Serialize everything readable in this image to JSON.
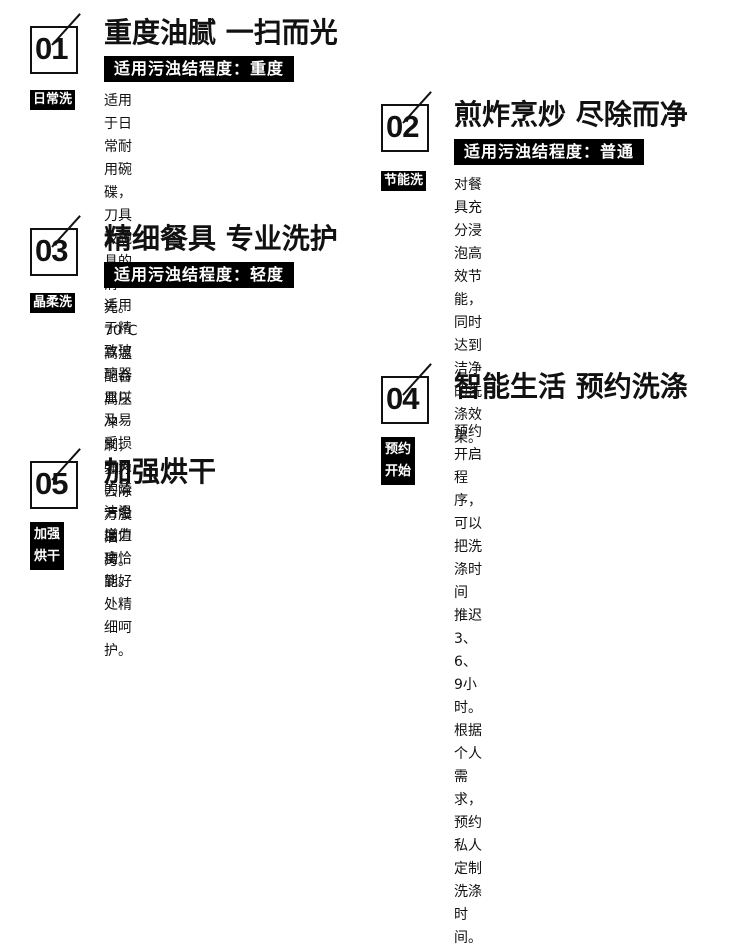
{
  "features": [
    {
      "number": "01",
      "title": "重度油腻 一扫而光",
      "level": "适用污浊结程度：重度",
      "badge": [
        "日常洗"
      ],
      "description": "适用于日常耐用碗碟，刀具及碗\n具的清先。70℃高温配合高压冲\n刷，强力去除万股油污。"
    },
    {
      "number": "02",
      "title": "煎炸烹炒 尽除而净",
      "level": "适用污浊结程度：普通",
      "badge": [
        "节能洗"
      ],
      "description": "对餐具充分浸泡高效节能，同时\n达到洁净的洗涤效果。"
    },
    {
      "number": "03",
      "title": "精细餐具 专业洗护",
      "level": "适用污浊结程度：轻度",
      "badge": [
        "晶柔洗"
      ],
      "description": "适用于精致玻璃器皿以及易受损\n刀叉的清洁温度力度恰到好处精\n细呵护。"
    },
    {
      "number": "04",
      "title": "智能生活 预约洗涤",
      "level": "",
      "badge": [
        "预约",
        "开始"
      ],
      "description": "预约开启程序，可以把洗涤时间\n推迟3、6、9小时。根据个人需\n求，        预约私人定制洗涤时间。"
    },
    {
      "number": "05",
      "title": "加强烘干",
      "level": "",
      "badge": [
        "加强",
        "烘干"
      ],
      "description": "一个增值功能。"
    }
  ]
}
